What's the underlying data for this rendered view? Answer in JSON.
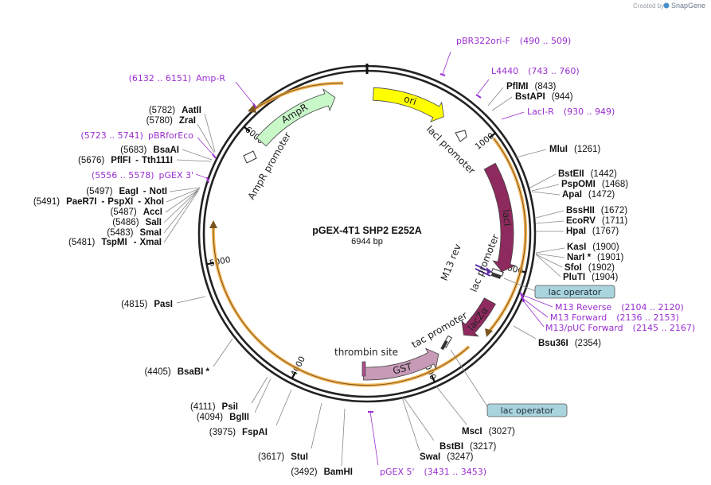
{
  "credit": {
    "text": "Created by",
    "brand": "SnapGene"
  },
  "plasmid": {
    "name": "pGEX-4T1 SHP2 E252A",
    "size_label": "6944 bp",
    "length": 6944
  },
  "ticks": [
    {
      "pos": 1000,
      "label": "1000"
    },
    {
      "pos": 2000,
      "label": "2000"
    },
    {
      "pos": 3000,
      "label": "3000"
    },
    {
      "pos": 4000,
      "label": "4000"
    },
    {
      "pos": 5000,
      "label": "5000"
    },
    {
      "pos": 6000,
      "label": "6000"
    }
  ],
  "features": [
    {
      "label": "ori",
      "start": 50,
      "end": 640,
      "dir": 1,
      "color": "#ffff00",
      "text_color": "#222"
    },
    {
      "label": "lacI",
      "start": 1180,
      "end": 2040,
      "dir": 1,
      "color": "#8e2a5e",
      "text_color": "#ffffff"
    },
    {
      "label": "lacZα",
      "start": 2290,
      "end": 2630,
      "dir": 1,
      "color": "#8e2a5e",
      "text_color": "#ffffff"
    },
    {
      "label": "GST",
      "start": 2880,
      "end": 3500,
      "dir": -1,
      "color": "#c79ab7",
      "text_color": "#222"
    },
    {
      "label": "AmpR",
      "start": 6000,
      "end": 6690,
      "dir": 1,
      "color": "#c8f7c8",
      "text_color": "#222"
    }
  ],
  "small_features": [
    {
      "label": "lacI promoter",
      "pos": 1045
    },
    {
      "label": "lac promoter",
      "pos": 2200
    },
    {
      "label": "tac promoter",
      "pos": 2790
    },
    {
      "label": "AmpR promoter",
      "pos": 5930
    },
    {
      "label": "thrombin site",
      "pos": 3520
    },
    {
      "label": "M13 rev",
      "pos": 2180
    }
  ],
  "boxes": [
    {
      "label": "lac operator"
    },
    {
      "label": "lac operator"
    }
  ],
  "primers": [
    {
      "name": "pBR322ori-F",
      "range": "(490 .. 509)"
    },
    {
      "name": "L4440",
      "range": "(743 .. 760)"
    },
    {
      "name": "LacI-R",
      "range": "(930 .. 949)"
    },
    {
      "name": "M13 Reverse",
      "range": "(2104 .. 2120)"
    },
    {
      "name": "M13 Forward",
      "range": "(2136 .. 2153)"
    },
    {
      "name": "M13/pUC Forward",
      "range": "(2145 .. 2167)"
    },
    {
      "name": "pGEX 5'",
      "range": "(3431 .. 3453)"
    },
    {
      "name": "pGEX 3'",
      "range": "(5556 .. 5578)"
    },
    {
      "name": "pBRforEco",
      "range": "(5723 .. 5741)"
    },
    {
      "name": "Amp-R",
      "range": "(6132 .. 6151)"
    }
  ],
  "enzymes_right": [
    {
      "name": "PflMI",
      "pos": "(843)"
    },
    {
      "name": "BstAPI",
      "pos": "(944)"
    },
    {
      "name": "MluI",
      "pos": "(1261)"
    },
    {
      "name": "BstEII",
      "pos": "(1442)"
    },
    {
      "name": "PspOMI",
      "pos": "(1468)"
    },
    {
      "name": "ApaI",
      "pos": "(1472)"
    },
    {
      "name": "BssHII",
      "pos": "(1672)"
    },
    {
      "name": "EcoRV",
      "pos": "(1711)"
    },
    {
      "name": "HpaI",
      "pos": "(1767)"
    },
    {
      "name": "KasI",
      "pos": "(1900)"
    },
    {
      "name": "NarI *",
      "pos": "(1901)"
    },
    {
      "name": "SfoI",
      "pos": "(1902)"
    },
    {
      "name": "PluTI",
      "pos": "(1904)"
    },
    {
      "name": "Bsu36I",
      "pos": "(2354)"
    }
  ],
  "enzymes_bottom": [
    {
      "name": "MscI",
      "pos": "(3027)"
    },
    {
      "name": "BstBI",
      "pos": "(3217)"
    },
    {
      "name": "SwaI",
      "pos": "(3247)"
    },
    {
      "name": "BamHI",
      "pos": "(3492)"
    },
    {
      "name": "StuI",
      "pos": "(3617)"
    },
    {
      "name": "FspAI",
      "pos": "(3975)"
    },
    {
      "name": "BglII",
      "pos": "(4094)"
    },
    {
      "name": "PsiI",
      "pos": "(4111)"
    },
    {
      "name": "BsaBI *",
      "pos": "(4405)"
    },
    {
      "name": "PasI",
      "pos": "(4815)"
    }
  ],
  "enzymes_left": [
    {
      "pos": "(5782)",
      "name": "AatII"
    },
    {
      "pos": "(5780)",
      "name": "ZraI"
    },
    {
      "pos": "(5683)",
      "name": "BsaAI"
    },
    {
      "pos": "(5676)",
      "name": "PflFI",
      "name2": "Tth111I"
    },
    {
      "pos": "(5497)",
      "name": "EagI",
      "name2": "NotI"
    },
    {
      "pos": "(5491)",
      "name": "PaeR7I",
      "name2": "PspXI",
      "name3": "XhoI"
    },
    {
      "pos": "(5487)",
      "name": "AccI"
    },
    {
      "pos": "(5486)",
      "name": "SalI"
    },
    {
      "pos": "(5483)",
      "name": "SmaI"
    },
    {
      "pos": "(5481)",
      "name": "TspMI",
      "name2": "XmaI"
    }
  ]
}
